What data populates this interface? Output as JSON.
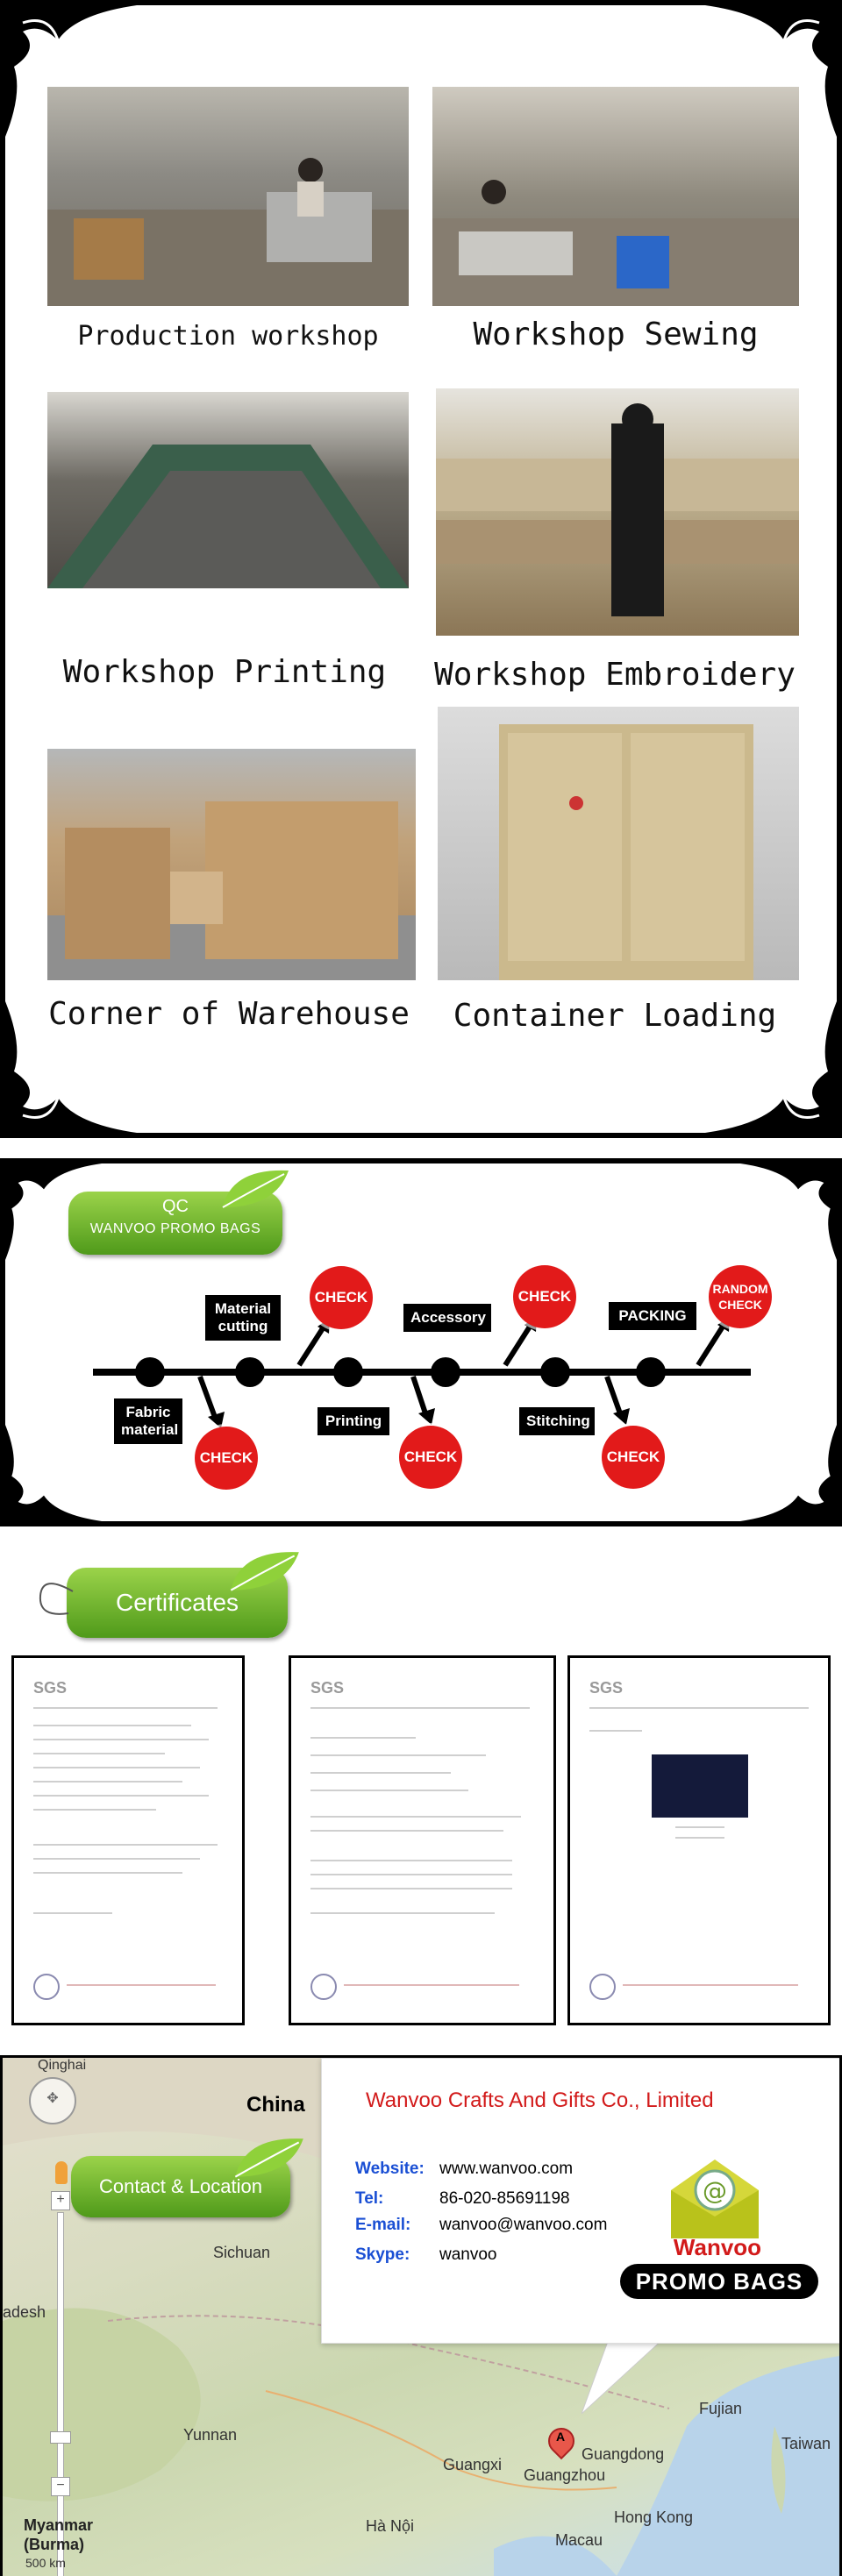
{
  "factory": {
    "captions": [
      "Production workshop",
      "Workshop Sewing",
      "Workshop Printing",
      "Workshop Embroidery",
      "Corner of Warehouse",
      "Container Loading"
    ]
  },
  "qc": {
    "badge_title": "QC",
    "badge_subtitle": "WANVOO PROMO BAGS",
    "steps": {
      "fabric": "Fabric material",
      "cutting": "Material cutting",
      "printing": "Printing",
      "accessory": "Accessory",
      "stitching": "Stitching",
      "packing": "PACKING"
    },
    "check_label": "CHECK",
    "random_check_label": "RANDOM CHECK"
  },
  "certificates": {
    "badge_title": "Certificates",
    "brand": "SGS"
  },
  "contact": {
    "badge_title": "Contact & Location",
    "company": "Wanvoo Crafts And Gifts Co., Limited",
    "website_label": "Website:",
    "website": "www.wanvoo.com",
    "tel_label": "Tel:",
    "tel": "86-020-85691198",
    "email_label": "E-mail:",
    "email": "wanvoo@wanvoo.com",
    "skype_label": "Skype:",
    "skype": "wanvoo",
    "logo_name": "Wanvoo",
    "logo_tag": "PROMO BAGS",
    "map_labels": {
      "china": "China",
      "sichuan": "Sichuan",
      "yunnan": "Yunnan",
      "guangxi": "Guangxi",
      "guangdong": "Guangdong",
      "guangzhou": "Guangzhou",
      "hongkong": "Hong Kong",
      "macau": "Macau",
      "fujian": "Fujian",
      "taiwan": "Taiwan",
      "hanoi": "Hà Nội",
      "myanmar": "Myanmar (Burma)",
      "qinghai": "Qinghai",
      "adesh": "adesh",
      "scale": "500 km",
      "marker": "A"
    }
  },
  "colors": {
    "check_red": "#e21a1a",
    "badge_green": "#6bb22a",
    "company_red": "#d21a1a",
    "link_blue": "#1a4fd4"
  }
}
